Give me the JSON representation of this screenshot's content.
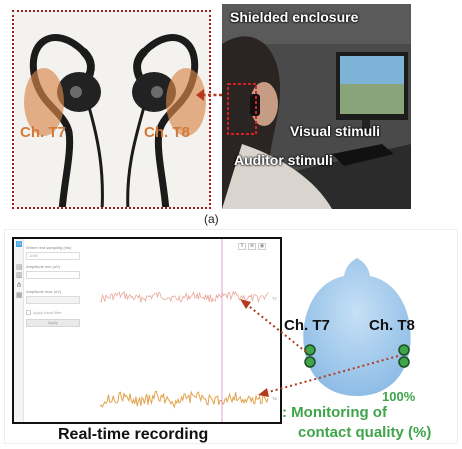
{
  "panel_a": {
    "label": "(a)",
    "earphones": {
      "left_channel": "Ch. T7",
      "right_channel": "Ch. T8"
    },
    "photo": {
      "title": "Shielded enclosure",
      "visual_label": "Visual stimuli",
      "auditory_label": "Auditor stimuli"
    }
  },
  "panel_b": {
    "caption": "Real-time recording",
    "software": {
      "field1_label": "Wheel rest sampling (ms)",
      "field1_value": "1000",
      "field2_label": "Amplitude min (uV)",
      "field3_label": "Amplitude max (uV)",
      "checkbox_label": "Apply band filter",
      "button_label": "Apply",
      "trace1_tag": "T7",
      "trace2_tag": "T8"
    },
    "head": {
      "left_channel": "Ch. T7",
      "right_channel": "Ch. T8",
      "quality_value": "100%",
      "monitor_line1": ": Monitoring of",
      "monitor_line2": "contact quality (%)"
    }
  },
  "colors": {
    "earcup": "#d9874a",
    "frame_dotted": "#9b1f1f",
    "arrow": "#b33a1c",
    "trace_top": "#e9a79a",
    "trace_bottom": "#e3a34f",
    "cursor_line": "#d889c6",
    "head_fill": "#a9cdee",
    "electrode": "#3fa44a",
    "quality_text": "#3fa44a"
  }
}
